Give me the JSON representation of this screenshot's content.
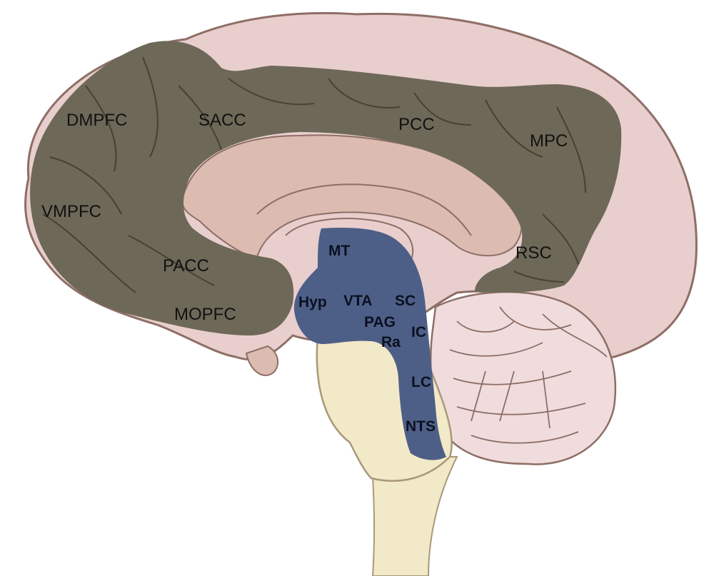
{
  "colors": {
    "cortex": "#e8cfcd",
    "cortex_outline": "#8e6e66",
    "gyri_line": "#8e6e66",
    "corpus_callosum": "#dcbcb0",
    "brainstem": "#f2e9c8",
    "brainstem_outline": "#a8997a",
    "cerebellum": "#f0dcdc",
    "dark_region": "#6e6858",
    "dark_region_lines": "#4a4030",
    "blue_region": "#4e5f87"
  },
  "cortical_labels": {
    "dmpfc": "DMPFC",
    "sacc": "SACC",
    "pcc": "PCC",
    "mpc": "MPC",
    "vmpfc": "VMPFC",
    "pacc": "PACC",
    "mopfc": "MOPFC",
    "rsc": "RSC"
  },
  "subcortical_labels": {
    "mt": "MT",
    "hyp": "Hyp",
    "vta": "VTA",
    "sc": "SC",
    "pag": "PAG",
    "ic": "IC",
    "ra": "Ra",
    "lc": "LC",
    "nts": "NTS"
  }
}
